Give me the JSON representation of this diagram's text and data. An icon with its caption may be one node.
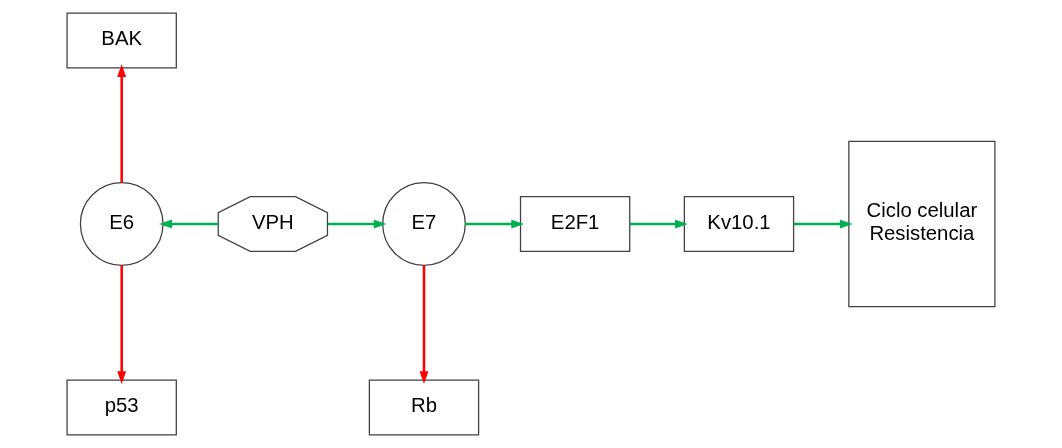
{
  "diagram": {
    "nodes": [
      {
        "text": [
          "BAK"
        ]
      },
      {
        "text": [
          "E6"
        ]
      },
      {
        "text": [
          "VPH"
        ]
      },
      {
        "text": [
          "E7"
        ]
      },
      {
        "text": [
          "E2F1"
        ]
      },
      {
        "text": [
          "Kv10.1"
        ]
      },
      {
        "text": [
          "Ciclo celular",
          "Resistencia"
        ]
      },
      {
        "text": [
          "p53"
        ]
      },
      {
        "text": [
          "Rb"
        ]
      }
    ],
    "edges": [
      {
        "from": 1,
        "to": 0,
        "arrow": "to",
        "color": "#ff0000"
      },
      {
        "from": 2,
        "to": 1,
        "arrow": "to"
      },
      {
        "from": 2,
        "to": 3,
        "arrow": "to"
      },
      {
        "from": 3,
        "to": 4,
        "arrow": "to"
      },
      {
        "from": 4,
        "to": 5,
        "arrow": "to"
      },
      {
        "from": 5,
        "to": 6,
        "arrow": "to"
      },
      {
        "from": 1,
        "to": 7,
        "arrow": "to",
        "color": "#ff0000"
      },
      {
        "from": 3,
        "to": 8,
        "arrow": "to",
        "color": "#ff0000"
      }
    ]
  }
}
